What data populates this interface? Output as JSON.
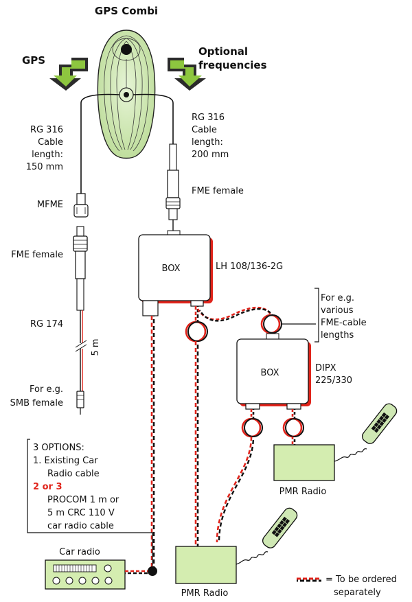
{
  "title": "GPS Combi",
  "labels": {
    "gps": "GPS",
    "optional": [
      "Optional",
      "frequencies"
    ],
    "rg316_left": [
      "RG 316",
      "Cable",
      "length:",
      "150 mm"
    ],
    "rg316_right": [
      "RG 316",
      "Cable",
      "length:",
      "200 mm"
    ],
    "mfme": "MFME",
    "fme_female_left": "FME female",
    "fme_female_right": "FME female",
    "rg174": "RG 174",
    "five_m": "5 m",
    "smb": [
      "For e.g.",
      "SMB female"
    ],
    "box1": "BOX",
    "box1_model": "LH 108/136-2G",
    "box2": "BOX",
    "box2_model": [
      "DIPX",
      "225/330"
    ],
    "fme_cable_note": [
      "For e.g.",
      "various",
      "FME-cable",
      "lengths"
    ],
    "options": [
      "3 OPTIONS:",
      "1. Existing Car",
      "Radio cable",
      "2 or 3",
      "PROCOM 1 m or",
      "5 m CRC 110 V",
      "car radio cable"
    ],
    "car_radio": "Car radio",
    "pmr_radio_right": "PMR Radio",
    "pmr_radio_bottom": "PMR Radio",
    "legend": [
      "= To be ordered",
      "separately"
    ]
  },
  "colors": {
    "accent_green": "#8dc63f",
    "box_green": "#d4edb0",
    "antenna_green": "#cfe8b4",
    "cable_red": "#e0241b",
    "cable_black": "#111111"
  }
}
